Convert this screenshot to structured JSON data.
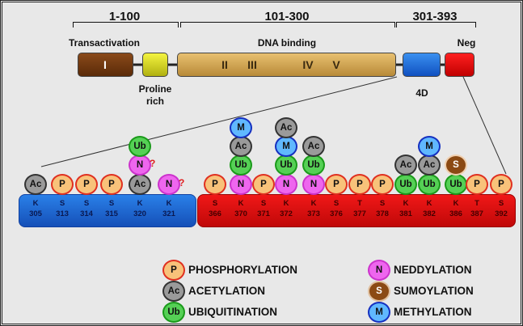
{
  "regions": [
    {
      "label": "1-100"
    },
    {
      "label": "101-300"
    },
    {
      "label": "301-393"
    }
  ],
  "domain_labels": {
    "transactivation": "Transactivation",
    "dna_binding": "DNA binding",
    "neg": "Neg",
    "proline1": "Proline",
    "proline2": "rich",
    "four_d": "4D"
  },
  "domains": {
    "I": "I",
    "II": "II",
    "III": "III",
    "IV": "IV",
    "V": "V"
  },
  "colors": {
    "P": "#f8c27a",
    "Ac": "#9a9a9a",
    "Ub": "#55d055",
    "N": "#ee66ee",
    "M": "#60b8ff",
    "S": "#8b4a14",
    "blue_bar": "#1f6fd6",
    "red_bar": "#e01010"
  },
  "borders": {
    "P": "#e03020",
    "Ac": "#333333",
    "Ub": "#1a9a1a",
    "N": "#cc33cc",
    "M": "#1530c0",
    "S": "#f0d0b0"
  },
  "residues": [
    {
      "aa": "K",
      "pos": "305",
      "mods": [
        "Ac"
      ]
    },
    {
      "aa": "S",
      "pos": "313",
      "mods": [
        "P"
      ]
    },
    {
      "aa": "S",
      "pos": "314",
      "mods": [
        "P"
      ]
    },
    {
      "aa": "S",
      "pos": "315",
      "mods": [
        "P"
      ]
    },
    {
      "aa": "K",
      "pos": "320",
      "mods": [
        "Ac",
        "N?",
        "Ub"
      ]
    },
    {
      "aa": "K",
      "pos": "321",
      "mods": [
        "N?"
      ]
    },
    {
      "aa": "S",
      "pos": "366",
      "mods": [
        "P"
      ]
    },
    {
      "aa": "K",
      "pos": "370",
      "mods": [
        "N",
        "Ub",
        "Ac",
        "M"
      ]
    },
    {
      "aa": "S",
      "pos": "371",
      "mods": [
        "P"
      ]
    },
    {
      "aa": "K",
      "pos": "372",
      "mods": [
        "N",
        "Ub",
        "M",
        "Ac"
      ]
    },
    {
      "aa": "K",
      "pos": "373",
      "mods": [
        "N",
        "Ub",
        "Ac"
      ]
    },
    {
      "aa": "S",
      "pos": "376",
      "mods": [
        "P"
      ]
    },
    {
      "aa": "T",
      "pos": "377",
      "mods": [
        "P"
      ]
    },
    {
      "aa": "S",
      "pos": "378",
      "mods": [
        "P"
      ]
    },
    {
      "aa": "K",
      "pos": "381",
      "mods": [
        "Ub",
        "Ac"
      ]
    },
    {
      "aa": "K",
      "pos": "382",
      "mods": [
        "Ub",
        "Ac",
        "M"
      ]
    },
    {
      "aa": "K",
      "pos": "386",
      "mods": [
        "Ub",
        "S"
      ]
    },
    {
      "aa": "T",
      "pos": "387",
      "mods": [
        "P"
      ]
    },
    {
      "aa": "S",
      "pos": "392",
      "mods": [
        "P"
      ]
    }
  ],
  "legend": [
    {
      "symbol": "P",
      "label": "PHOSPHORYLATION"
    },
    {
      "symbol": "N",
      "label": "NEDDYLATION"
    },
    {
      "symbol": "Ac",
      "label": "ACETYLATION"
    },
    {
      "symbol": "S",
      "label": "SUMOYLATION"
    },
    {
      "symbol": "Ub",
      "label": "UBIQUITINATION"
    },
    {
      "symbol": "M",
      "label": "METHYLATION"
    }
  ],
  "question_mark": "?"
}
